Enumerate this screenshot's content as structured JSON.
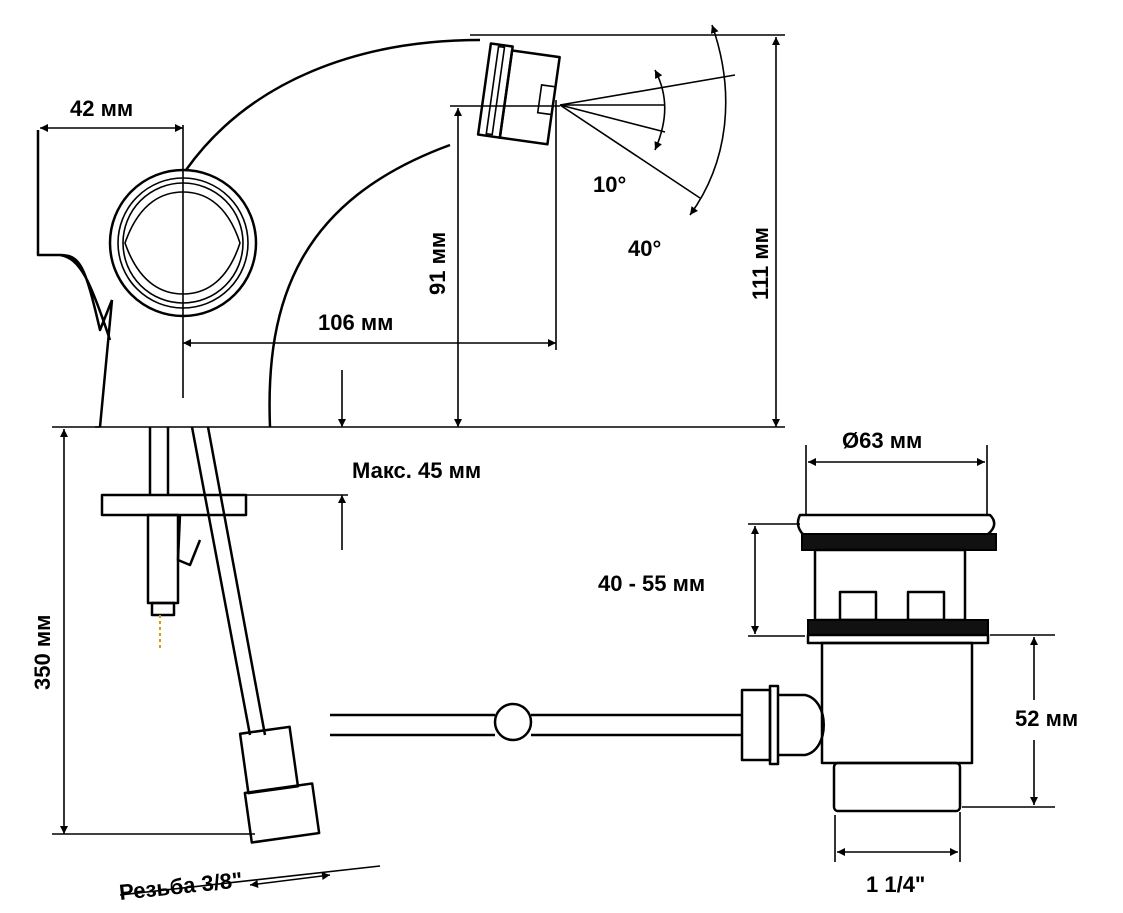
{
  "faucet": {
    "dim_handle_offset": "42 мм",
    "dim_spout_reach": "106 мм",
    "dim_spout_height": "91 мм",
    "dim_total_height": "111 мм",
    "angle_min": "10°",
    "angle_max": "40°",
    "dim_max_deck": "Макс. 45 мм",
    "dim_hose_length": "350 мм",
    "thread_label": "Резьба 3/8\""
  },
  "drain": {
    "dim_diameter": "Ø63 мм",
    "dim_adjust": "40 - 55 мм",
    "dim_height": "52 мм",
    "dim_thread": "1 1/4\""
  }
}
